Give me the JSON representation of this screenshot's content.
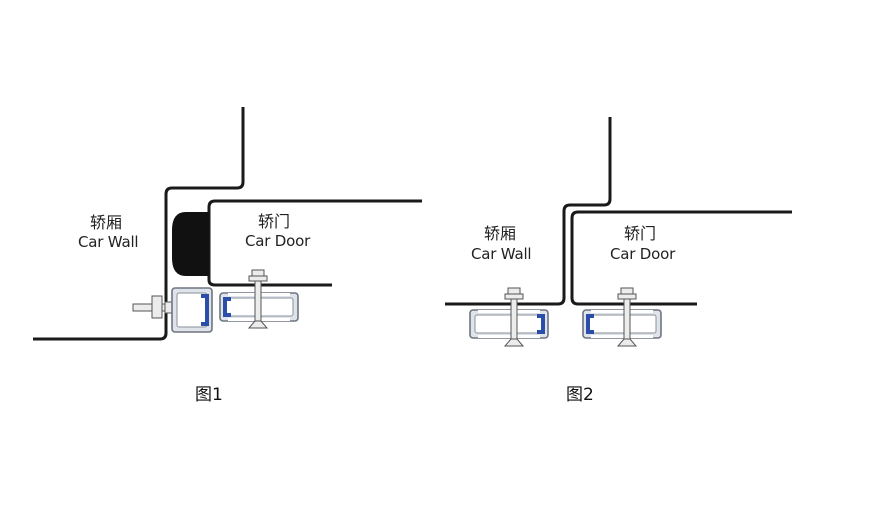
{
  "figures": [
    {
      "caption": "图1",
      "car_wall": {
        "zh": "轿厢",
        "en": "Car Wall"
      },
      "car_door": {
        "zh": "轿门",
        "en": "Car Door"
      }
    },
    {
      "caption": "图2",
      "car_wall": {
        "zh": "轿厢",
        "en": "Car Wall"
      },
      "car_door": {
        "zh": "轿门",
        "en": "Car Door"
      }
    }
  ],
  "colors": {
    "outline": "#1a1a1a",
    "profile_stroke": "#6e7580",
    "profile_fill": "#dfe3ea",
    "seal_blue": "#2b4fa8",
    "rubber_black": "#111111",
    "bolt_fill": "#ececec"
  }
}
